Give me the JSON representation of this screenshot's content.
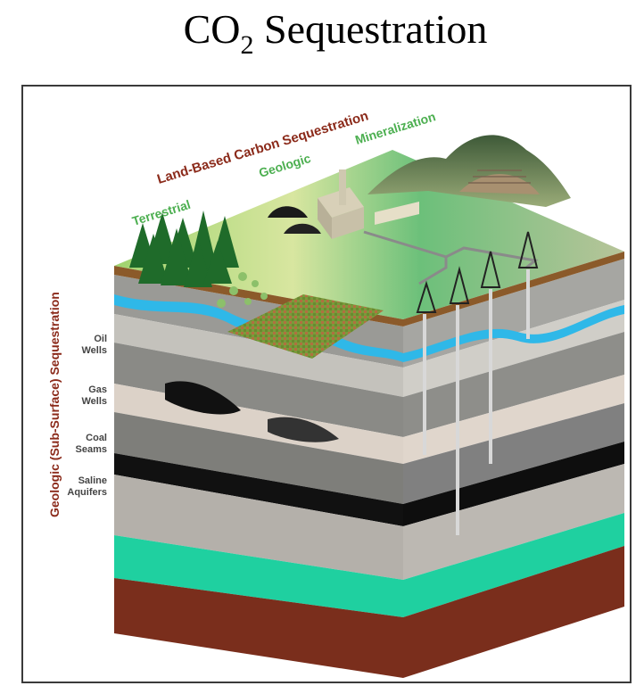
{
  "title": {
    "main": "CO",
    "subscript": "2",
    "rest": " Sequestration"
  },
  "labels": {
    "land_based": "Land-Based Carbon Sequestration",
    "terrestrial": "Terrestrial",
    "geologic": "Geologic",
    "mineralization": "Mineralization",
    "sub_surface": "Geologic (Sub-Surface) Sequestration"
  },
  "layers": [
    {
      "line1": "Oil",
      "line2": "Wells"
    },
    {
      "line1": "Gas",
      "line2": "Wells"
    },
    {
      "line1": "Coal",
      "line2": "Seams"
    },
    {
      "line1": "Saline",
      "line2": "Aquifers"
    }
  ],
  "colors": {
    "land_label": "#8b2a1a",
    "green_label": "#4caf50",
    "sub_surface_label": "#8b2a1a",
    "aquifer": "#2fb8e8",
    "coal": "#111111",
    "saline": "#1fd0a0",
    "base": "#7a2e1c",
    "grass": "#6fbf6a"
  }
}
